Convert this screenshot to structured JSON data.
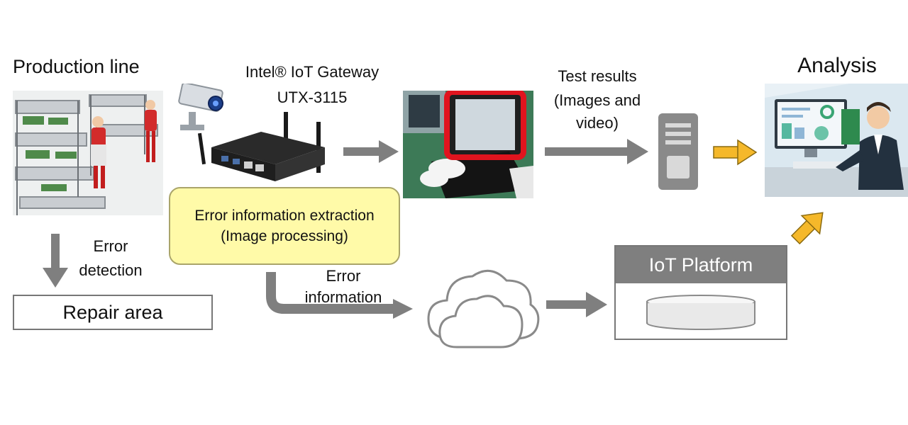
{
  "labels": {
    "production_line": "Production line",
    "gateway_line1": "Intel® IoT Gateway",
    "gateway_line2": "UTX-3115",
    "test_results_line1": "Test results",
    "test_results_line2": "(Images and",
    "test_results_line3": "video)",
    "analysis": "Analysis",
    "callout_line1": "Error information extraction",
    "callout_line2": "(Image processing)",
    "error_detection_line1": "Error",
    "error_detection_line2": "detection",
    "repair_area": "Repair area",
    "error_information_line1": "Error",
    "error_information_line2": "information",
    "iot_platform": "IoT Platform"
  },
  "colors": {
    "arrow_gray": "#7f7f7f",
    "arrow_yellow": "#f5b82a",
    "callout_fill": "#fffaa8",
    "highlight_red": "#e0141e"
  },
  "icons": {
    "camera": "security-camera-icon",
    "gateway": "iot-gateway-device-icon",
    "server": "server-tower-icon",
    "cloud": "cloud-icon",
    "database": "database-icon"
  }
}
